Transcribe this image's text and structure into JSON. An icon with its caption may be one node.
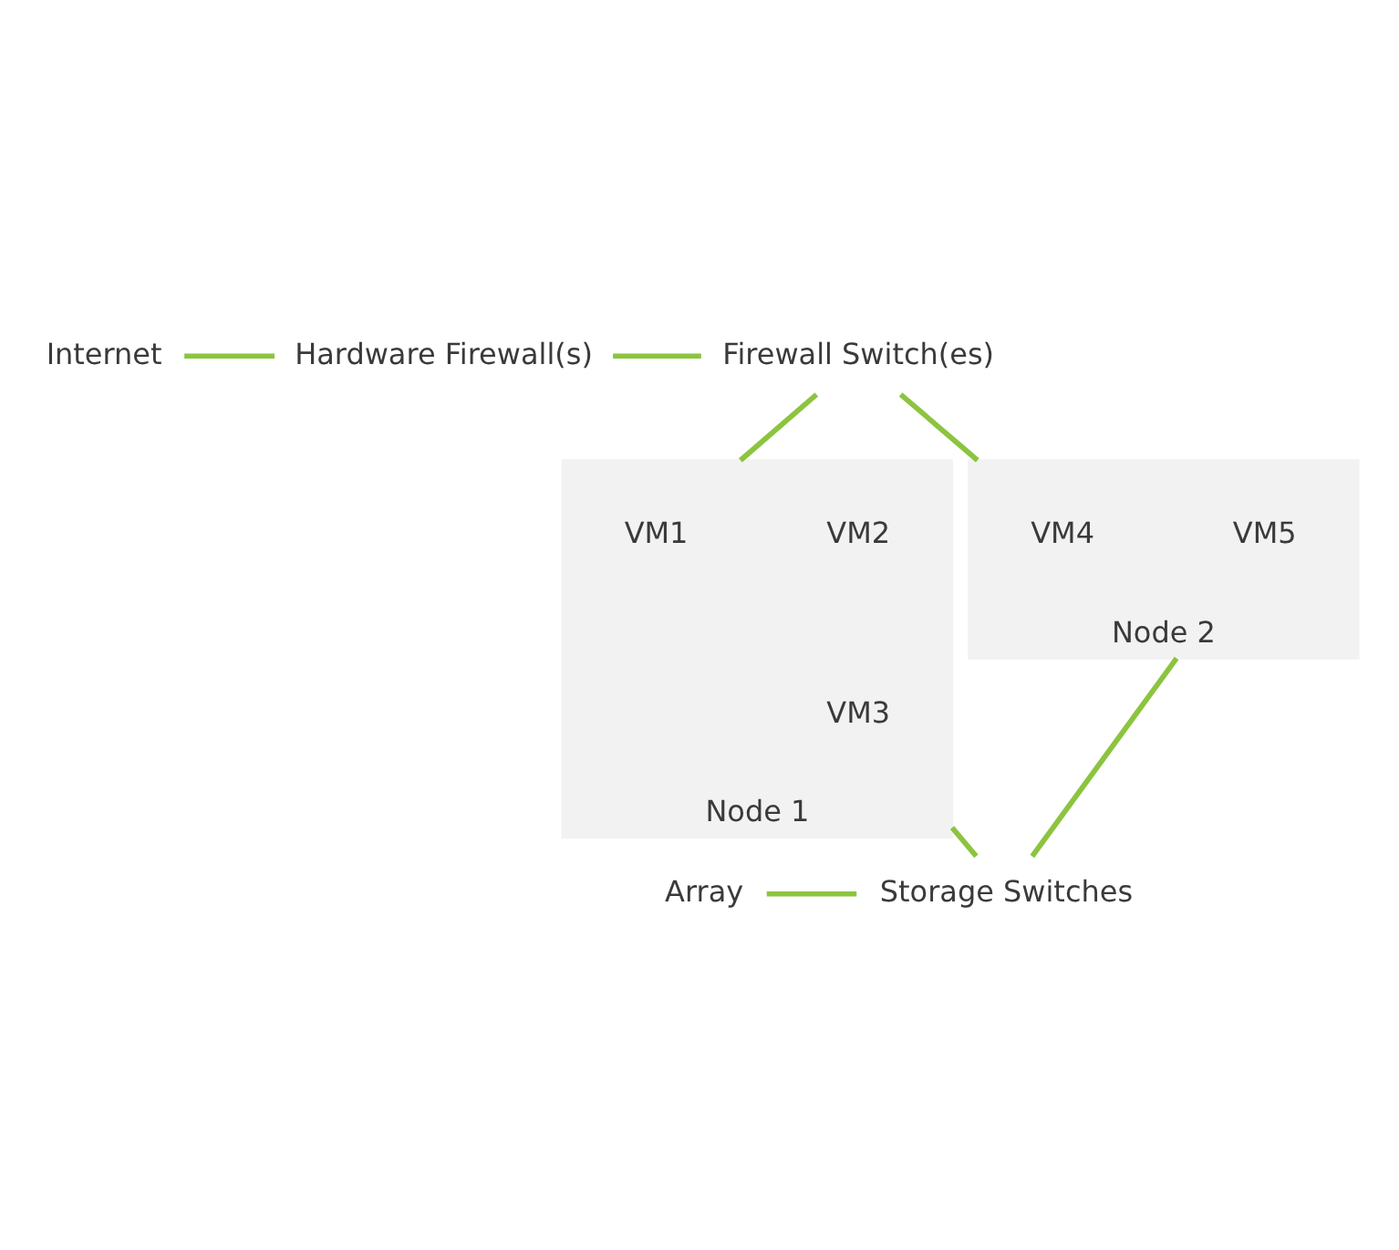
{
  "diagram": {
    "nodes": [
      {
        "text": [
          "Internet"
        ]
      },
      {
        "text": [
          "Hardware Firewall(s)"
        ]
      },
      {
        "text": [
          "Firewall Switch(es)"
        ]
      },
      {
        "text": [
          "Node 1"
        ]
      },
      {
        "text": [
          "VM1"
        ],
        "in": 3
      },
      {
        "text": [
          "VM2"
        ],
        "in": 3
      },
      {
        "text": [
          "VM3"
        ],
        "in": 3
      },
      {
        "text": [
          "Node 2"
        ]
      },
      {
        "text": [
          "VM4"
        ],
        "in": 7
      },
      {
        "text": [
          "VM5"
        ],
        "in": 7
      },
      {
        "text": [
          "Array"
        ]
      },
      {
        "text": [
          "Storage Switches"
        ]
      }
    ],
    "edges": [
      {
        "from": 0,
        "to": 1,
        "arrow": "none"
      },
      {
        "from": 1,
        "to": 2,
        "arrow": "none"
      },
      {
        "from": 2,
        "to": 3,
        "arrow": "none"
      },
      {
        "from": 2,
        "to": 7,
        "arrow": "none"
      },
      {
        "from": 3,
        "to": 11,
        "arrow": "none"
      },
      {
        "from": 7,
        "to": 11,
        "arrow": "none"
      },
      {
        "from": 10,
        "to": 11,
        "arrow": "none"
      }
    ]
  }
}
